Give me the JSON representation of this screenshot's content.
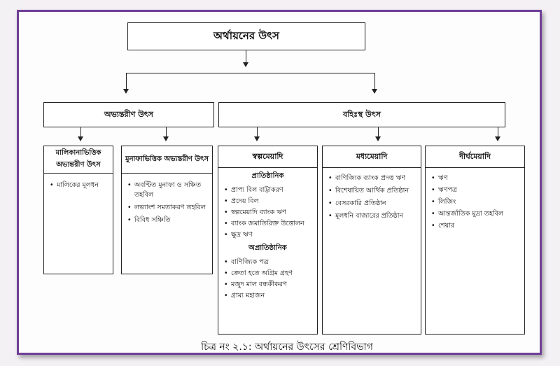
{
  "title": "অর্থায়নের উৎস",
  "internal": {
    "label": "অভ্যন্তরীণ উৎস",
    "ownership": {
      "title": "মালিকানাভিত্তিক অভ্যন্তরীণ উৎস",
      "items": [
        "মালিকের মূলধন"
      ]
    },
    "profit": {
      "title": "মুনাফাভিত্তিক অভ্যন্তরীণ উৎস",
      "items": [
        "অবণ্টিত মুনাফা ও সঞ্চিত তহবিল",
        "লভ্যাংশ সমতাকরণ তহবিল",
        "বিবিধ সঞ্চিতি"
      ]
    }
  },
  "external": {
    "label": "বহিঃস্থ উৎস",
    "short": {
      "title": "স্বল্পমেয়াদি",
      "institutional_label": "প্রাতিষ্ঠানিক",
      "institutional": [
        "প্রাপ্য বিল বাট্টাকরণ",
        "প্রদেয় বিল",
        "স্বল্পমেয়াদি ব্যাংক ঋণ",
        "ব্যাংক জমাতিরিক্ত উত্তোলন",
        "ক্ষুদ্র ঋণ"
      ],
      "noninstitutional_label": "অপ্রাতিষ্ঠানিক",
      "noninstitutional": [
        "বাণিজ্যিক পত্র",
        "ক্রেতা হতে অগ্রিম গ্রহণ",
        "মজুদ মাল বন্ধকীকরণ",
        "গ্রাম্য মহাজন"
      ]
    },
    "medium": {
      "title": "মধ্যমেয়াদি",
      "items": [
        "বাণিজ্যিক ব্যাংক প্রদত্ত ঋণ",
        "বিশেষায়িত আর্থিক প্রতিষ্ঠান",
        "বেসরকারি প্রতিষ্ঠান",
        "মূলধনি বাজারের প্রতিষ্ঠান"
      ]
    },
    "long": {
      "title": "দীর্ঘমেয়াদি",
      "items": [
        "ঋণ",
        "ঋণপত্র",
        "লিজিং",
        "আন্তর্জাতিক মুদ্রা তহবিল",
        "শেয়ার"
      ]
    }
  },
  "caption": "চিত্র নং ২.১: অর্থায়নের উৎসের শ্রেণিবিভাগ"
}
